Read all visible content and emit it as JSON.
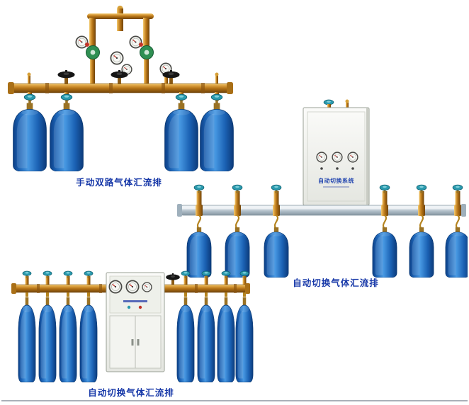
{
  "page": {
    "background": "#ffffff"
  },
  "colors": {
    "caption_blue": "#1738a8",
    "label_blue": "#2447b0",
    "cylinder_blue": "#1f6fc9",
    "brass": "#c8862a",
    "silver_pipe": "#c2ccd4",
    "cabinet_gray": "#f2f3ef",
    "valve_teal": "#2a9aae",
    "wheel_black": "#161616"
  },
  "products": [
    {
      "caption": "手动双路气体汇流排",
      "cylinders": 4
    },
    {
      "caption": "自动切换气体汇流排",
      "cylinders": 6,
      "cabinet_label": "自动切换系统"
    },
    {
      "caption": "自动切换气体汇流排",
      "cylinders": 8
    }
  ]
}
